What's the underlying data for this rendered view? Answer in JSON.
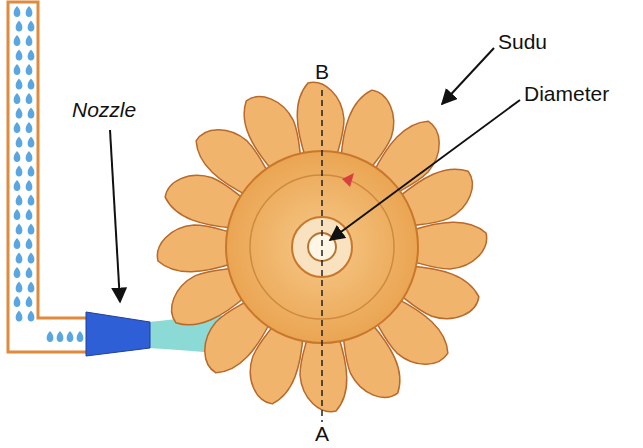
{
  "diagram": {
    "labels": [
      "Nozzle",
      "B",
      "Sudu",
      "Diameter",
      "A"
    ]
  }
}
